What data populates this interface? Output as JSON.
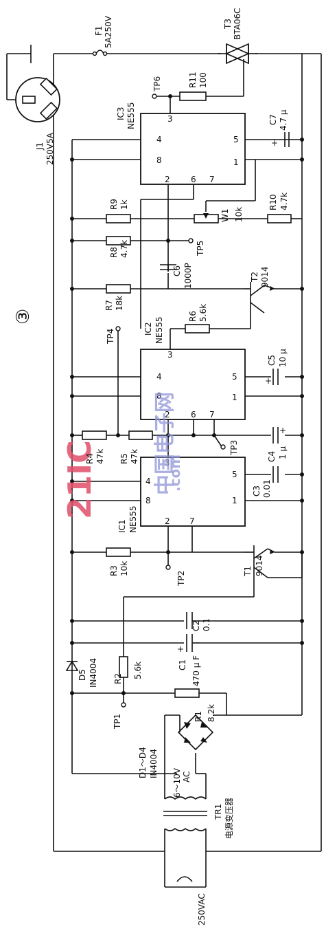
{
  "figure_number": "③",
  "components": {
    "J1": {
      "ref": "J1",
      "value": "250V5A"
    },
    "F1": {
      "ref": "F1",
      "value": "5A250V"
    },
    "T3": {
      "ref": "T3",
      "value": "BTA06C"
    },
    "R11": {
      "ref": "R11",
      "value": "100"
    },
    "TP6": {
      "ref": "TP6"
    },
    "IC3": {
      "ref": "IC3",
      "value": "NE555"
    },
    "C7": {
      "ref": "C7",
      "value": "4.7 μ"
    },
    "R9": {
      "ref": "R9",
      "value": "1k"
    },
    "W1": {
      "ref": "W1",
      "value": "10k"
    },
    "R10": {
      "ref": "R10",
      "value": "4.7k"
    },
    "R8": {
      "ref": "R8",
      "value": "4.7k"
    },
    "TP5": {
      "ref": "TP5"
    },
    "C6": {
      "ref": "C6",
      "value": "1000P"
    },
    "R7": {
      "ref": "R7",
      "value": "18k"
    },
    "T2": {
      "ref": "T2",
      "value": "9014"
    },
    "TP4": {
      "ref": "TP4"
    },
    "IC2": {
      "ref": "IC2",
      "value": "NE555"
    },
    "R6": {
      "ref": "R6",
      "value": "5.6k"
    },
    "C5": {
      "ref": "C5",
      "value": "10 μ"
    },
    "R4": {
      "ref": "R4",
      "value": "47k"
    },
    "R5": {
      "ref": "R5",
      "value": "47k"
    },
    "TP3": {
      "ref": "TP3"
    },
    "C4": {
      "ref": "C4",
      "value": "1 μ"
    },
    "C3": {
      "ref": "C3",
      "value": "0.01"
    },
    "IC1": {
      "ref": "IC1",
      "value": "NE555"
    },
    "R3": {
      "ref": "R3",
      "value": "10k"
    },
    "TP2": {
      "ref": "TP2"
    },
    "T1": {
      "ref": "T1",
      "value": "9014"
    },
    "C2": {
      "ref": "C2",
      "value": "0.1"
    },
    "C1": {
      "ref": "C1",
      "value": "470 μ F"
    },
    "D5": {
      "ref": "D5",
      "value": "IN4004"
    },
    "R2": {
      "ref": "R2",
      "value": "5.6k"
    },
    "TP1": {
      "ref": "TP1"
    },
    "R1": {
      "ref": "R1",
      "value": "8.2k"
    },
    "D1_D4": {
      "ref": "D1～D4",
      "value": "IN4004"
    },
    "TR1": {
      "ref": "TR1",
      "value": "电源变压器",
      "secondary": "6～10V",
      "secondary_unit": "AC"
    },
    "AC_IN": {
      "value": "250VAC"
    }
  },
  "pins": {
    "ic3": [
      "3",
      "4",
      "8",
      "2",
      "6",
      "7",
      "5",
      "1"
    ],
    "ic2": [
      "3",
      "4",
      "8",
      "2",
      "6",
      "7",
      "5",
      "1"
    ],
    "ic1": [
      "3",
      "4",
      "8",
      "2",
      "7",
      "5",
      "1"
    ]
  },
  "polarity": {
    "plus": "+",
    "minus": "-"
  },
  "watermark": {
    "line1": "21IC",
    "line2": "中国电子网",
    "line3": ".com"
  }
}
